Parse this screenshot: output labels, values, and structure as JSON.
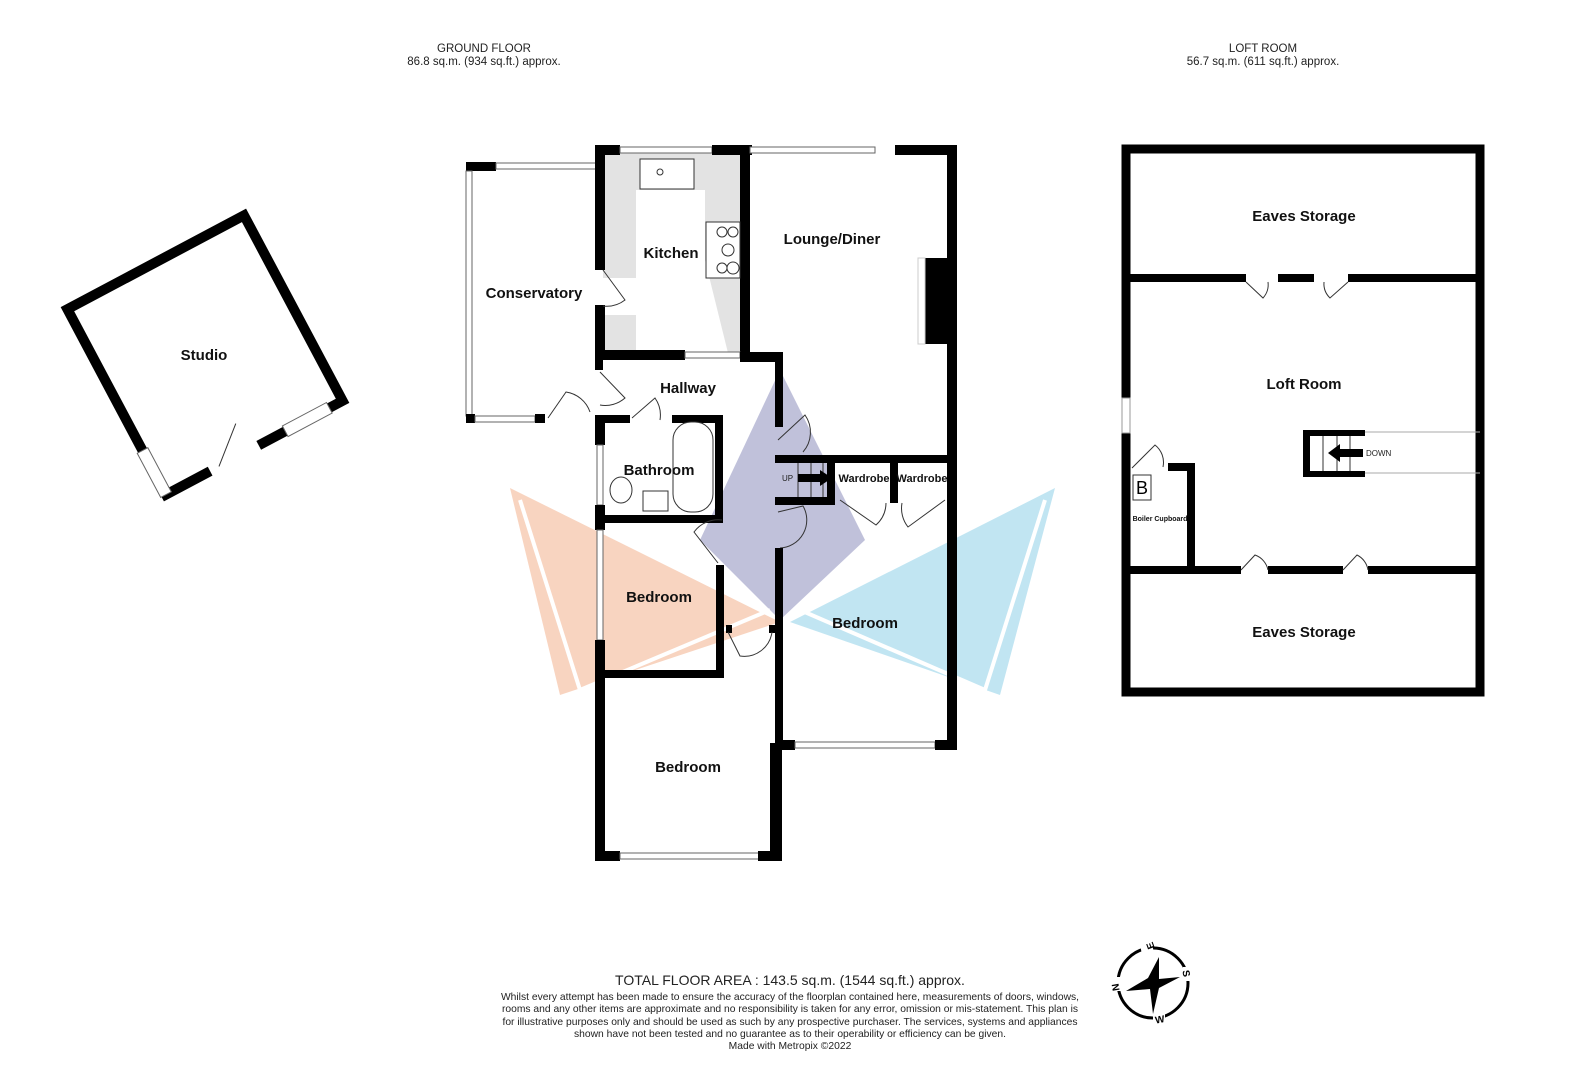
{
  "headers": {
    "ground_floor": {
      "title": "GROUND FLOOR",
      "area": "86.8 sq.m. (934 sq.ft.) approx."
    },
    "loft_room": {
      "title": "LOFT ROOM",
      "area": "56.7 sq.m. (611 sq.ft.) approx."
    }
  },
  "ground_floor": {
    "rooms": {
      "studio": "Studio",
      "conservatory": "Conservatory",
      "kitchen": "Kitchen",
      "lounge_diner": "Lounge/Diner",
      "hallway": "Hallway",
      "bathroom": "Bathroom",
      "wardrobe_1": "Wardrobe",
      "wardrobe_2": "Wardrobe",
      "bedroom_1": "Bedroom",
      "bedroom_2": "Bedroom",
      "bedroom_3": "Bedroom"
    },
    "stairs_label": "UP"
  },
  "loft": {
    "rooms": {
      "eaves_storage_top": "Eaves Storage",
      "loft_room": "Loft Room",
      "eaves_storage_bottom": "Eaves Storage",
      "boiler_cupboard": "Boiler Cupboard"
    },
    "boiler_symbol": "B",
    "stairs_label": "DOWN"
  },
  "compass": {
    "n": "N",
    "e": "E",
    "s": "S",
    "w": "W"
  },
  "footer": {
    "total_area": "TOTAL FLOOR AREA : 143.5 sq.m. (1544 sq.ft.) approx.",
    "disclaimer": "Whilst every attempt has been made to ensure the accuracy of the floorplan contained here, measurements of doors, windows, rooms and any other items are approximate and no responsibility is taken for any error, omission or mis-statement. This plan is for illustrative purposes only and should be used as such by any prospective purchaser. The services, systems and appliances shown have not been tested and no guarantee as to their operability or efficiency can be given.",
    "credit": "Made with Metropix ©2022"
  },
  "colors": {
    "wall": "#000000",
    "kitchen_counter": "#e3e3e3",
    "watermark_orange": "#f4a582",
    "watermark_blue": "#8ecfe6",
    "watermark_purple": "#9a9cc4"
  }
}
